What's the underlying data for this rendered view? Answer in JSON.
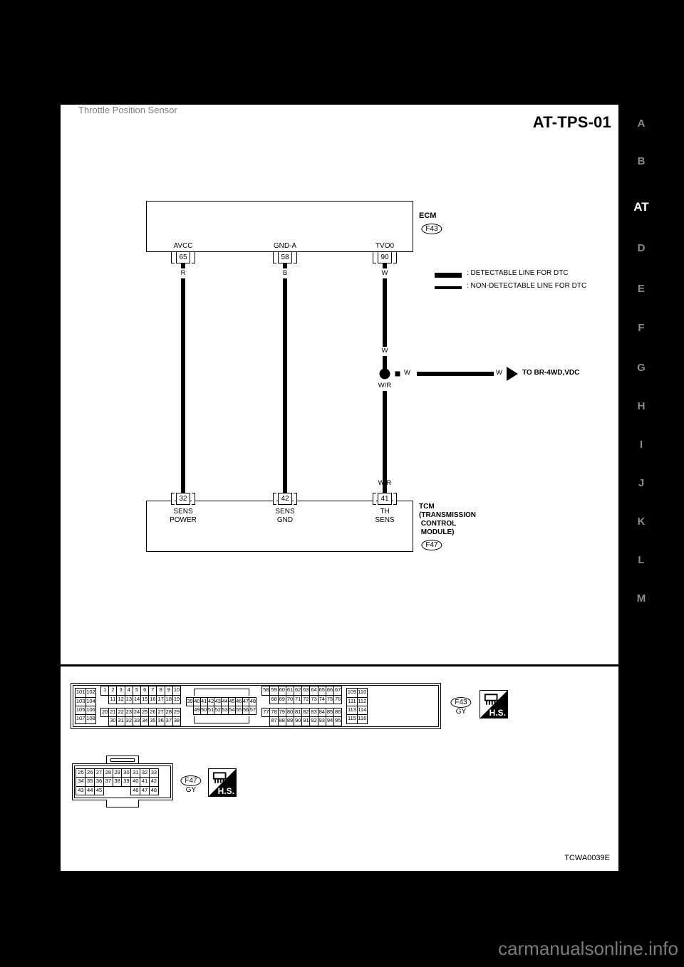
{
  "page": {
    "code": "AT-TPS-01",
    "figure_id": "TCWA0039E",
    "watermark": "carmanualsonline.info",
    "top_fragment": "Throttle Position Sensor"
  },
  "index_rail": [
    {
      "label": "A",
      "current": false
    },
    {
      "label": "B",
      "current": false
    },
    {
      "label": "AT",
      "current": true
    },
    {
      "label": "D",
      "current": false
    },
    {
      "label": "E",
      "current": false
    },
    {
      "label": "F",
      "current": false
    },
    {
      "label": "G",
      "current": false
    },
    {
      "label": "H",
      "current": false
    },
    {
      "label": "I",
      "current": false
    },
    {
      "label": "J",
      "current": false
    },
    {
      "label": "K",
      "current": false
    },
    {
      "label": "L",
      "current": false
    },
    {
      "label": "M",
      "current": false
    }
  ],
  "ecm": {
    "name": "ECM",
    "connector": "F43",
    "pins": [
      {
        "signal": "AVCC",
        "number": "65",
        "wire": "R"
      },
      {
        "signal": "GND-A",
        "number": "58",
        "wire": "B"
      },
      {
        "signal": "TVO0",
        "number": "90",
        "wire": "W"
      }
    ]
  },
  "tcm": {
    "name_lines": [
      "TCM",
      "(TRANSMISSION",
      " CONTROL",
      " MODULE)"
    ],
    "connector": "F47",
    "pins": [
      {
        "signal_l1": "SENS",
        "signal_l2": "POWER",
        "number": "32",
        "wire": "R"
      },
      {
        "signal_l1": "SENS",
        "signal_l2": "GND",
        "number": "42",
        "wire": "B"
      },
      {
        "signal_l1": "TH",
        "signal_l2": "SENS",
        "number": "41",
        "wire": "W/R"
      }
    ]
  },
  "legend": [
    {
      "style": "thick",
      "text": ": DETECTABLE LINE FOR DTC"
    },
    {
      "style": "thin",
      "text": ": NON-DETECTABLE LINE FOR DTC"
    }
  ],
  "junction": {
    "upper_wire": "W",
    "lower_wire": "W/R",
    "branch_near": "W",
    "branch_far": "W",
    "destination": "TO BR-4WD,VDC"
  },
  "connectors": [
    {
      "id": "F43",
      "color": "GY",
      "hs_label": "H.S.",
      "left_block": [
        [
          "101",
          "102"
        ],
        [
          "103",
          "104"
        ],
        [
          "105",
          "106"
        ],
        [
          "107",
          "108"
        ]
      ],
      "group_a": [
        [
          "1",
          "2",
          "3",
          "4",
          "5",
          "6",
          "7",
          "8",
          "9",
          "10"
        ],
        [
          "",
          "11",
          "12",
          "13",
          "14",
          "15",
          "16",
          "17",
          "18",
          "19"
        ]
      ],
      "group_b": [
        [
          "20",
          "21",
          "22",
          "23",
          "24",
          "25",
          "26",
          "27",
          "28",
          "29"
        ],
        [
          "",
          "30",
          "31",
          "32",
          "33",
          "34",
          "35",
          "36",
          "37",
          "38"
        ]
      ],
      "group_c": [
        [
          "39",
          "40",
          "41",
          "42",
          "43",
          "44",
          "45",
          "46",
          "47",
          "48"
        ],
        [
          "",
          "49",
          "50",
          "51",
          "52",
          "53",
          "54",
          "55",
          "56",
          "57"
        ]
      ],
      "group_d": [
        [
          "58",
          "59",
          "60",
          "61",
          "62",
          "63",
          "64",
          "65",
          "66",
          "67"
        ],
        [
          "",
          "68",
          "69",
          "70",
          "71",
          "72",
          "73",
          "74",
          "75",
          "76"
        ]
      ],
      "group_e": [
        [
          "77",
          "78",
          "79",
          "80",
          "81",
          "82",
          "83",
          "84",
          "85",
          "86"
        ],
        [
          "",
          "87",
          "88",
          "89",
          "90",
          "91",
          "92",
          "93",
          "94",
          "95"
        ]
      ],
      "right_block": [
        [
          "109",
          "110"
        ],
        [
          "111",
          "112"
        ],
        [
          "113",
          "114"
        ],
        [
          "115",
          "116"
        ]
      ]
    },
    {
      "id": "F47",
      "color": "GY",
      "hs_label": "H.S.",
      "rows": [
        [
          "25",
          "26",
          "27",
          "28",
          "29",
          "30",
          "31",
          "32",
          "33"
        ],
        [
          "34",
          "35",
          "36",
          "37",
          "38",
          "39",
          "40",
          "41",
          "42"
        ],
        [
          "43",
          "44",
          "45",
          "",
          "",
          "",
          "46",
          "47",
          "48"
        ]
      ]
    }
  ]
}
